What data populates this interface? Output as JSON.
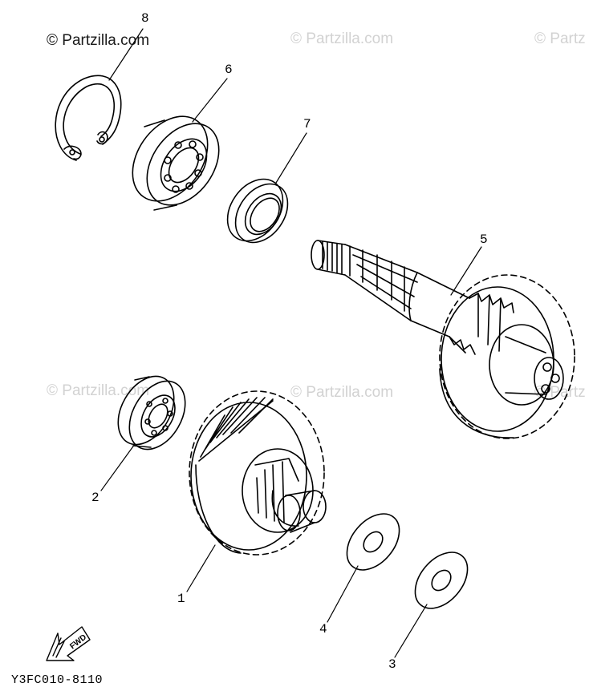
{
  "watermark": {
    "main": "© Partzilla.com",
    "faint": "© Partzilla.com",
    "edge": "© Partz",
    "edge_mid": "© Partz"
  },
  "callouts": {
    "p1": "1",
    "p2": "2",
    "p3": "3",
    "p4": "4",
    "p5": "5",
    "p6": "6",
    "p7": "7",
    "p8": "8"
  },
  "fwd_label": "FWD",
  "diagram_code": "Y3FC010-8110",
  "colors": {
    "line": "#000000",
    "watermark": "#d2d2d2",
    "background": "#ffffff"
  }
}
